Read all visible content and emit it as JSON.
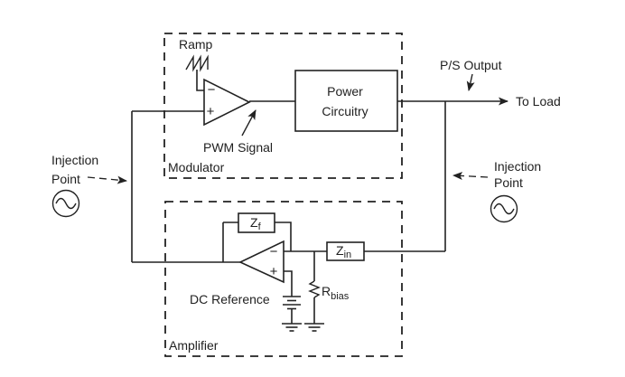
{
  "colors": {
    "line": "#222222",
    "text": "#1f1f1f",
    "background": "#ffffff"
  },
  "modulator": {
    "label": "Modulator",
    "ramp_label": "Ramp",
    "comparator": {
      "minus": "−",
      "plus": "+"
    },
    "pwm_signal_label": "PWM Signal",
    "power_circuitry": {
      "line1": "Power",
      "line2": "Circuitry"
    }
  },
  "amplifier": {
    "label": "Amplifier",
    "opamp": {
      "minus": "−",
      "plus": "+"
    },
    "zf": {
      "base": "Z",
      "sub": "f"
    },
    "zin": {
      "base": "Z",
      "sub": "in"
    },
    "rbias": {
      "base": "R",
      "sub": "bias"
    },
    "dc_reference_label": "DC Reference"
  },
  "output_section": {
    "ps_output_label": "P/S Output",
    "to_load_label": "To Load"
  },
  "injection_left": {
    "line1": "Injection",
    "line2": "Point"
  },
  "injection_right": {
    "line1": "Injection",
    "line2": "Point"
  }
}
